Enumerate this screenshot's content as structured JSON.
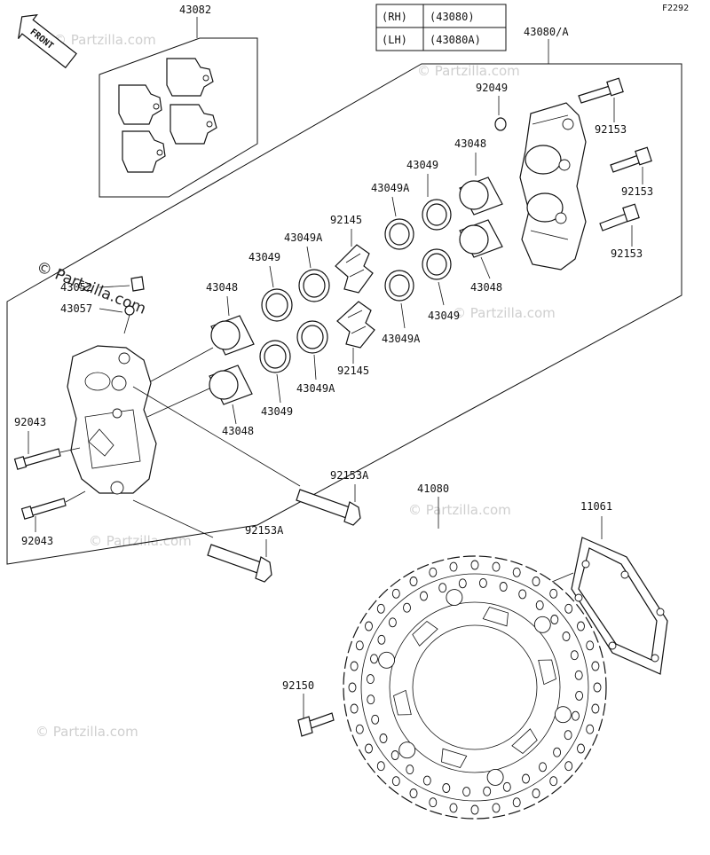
{
  "diagram_code": "F2292",
  "front_label": "FRONT",
  "watermark": "© Partzilla.com",
  "variant_table": [
    {
      "side": "(RH)",
      "part": "(43080)"
    },
    {
      "side": "(LH)",
      "part": "(43080A)"
    }
  ],
  "labels": {
    "pads": "43082",
    "caliper_assy": "43080/A",
    "washer_92049": "92049",
    "bolt_92153_1": "92153",
    "bolt_92153_2": "92153",
    "bolt_92153_3": "92153",
    "piston_r1": "43048",
    "piston_r2": "43048",
    "seal_r1": "43049",
    "seal_r2": "43049",
    "seal_a_r1": "43049A",
    "seal_a_r2": "43049A",
    "spring_top": "92145",
    "spring_bottom": "92145",
    "seal_a_l1": "43049A",
    "seal_a_l2": "43049A",
    "seal_l1": "43049",
    "seal_l2": "43049",
    "piston_l1": "43048",
    "piston_l2": "43048",
    "bleeder": "43052",
    "cap_43057": "43057",
    "bolt_92043_1": "92043",
    "bolt_92043_2": "92043",
    "bolt_92153a_1": "92153A",
    "bolt_92153a_2": "92153A",
    "disc": "41080",
    "shim": "11061",
    "disc_bolt": "92150"
  }
}
